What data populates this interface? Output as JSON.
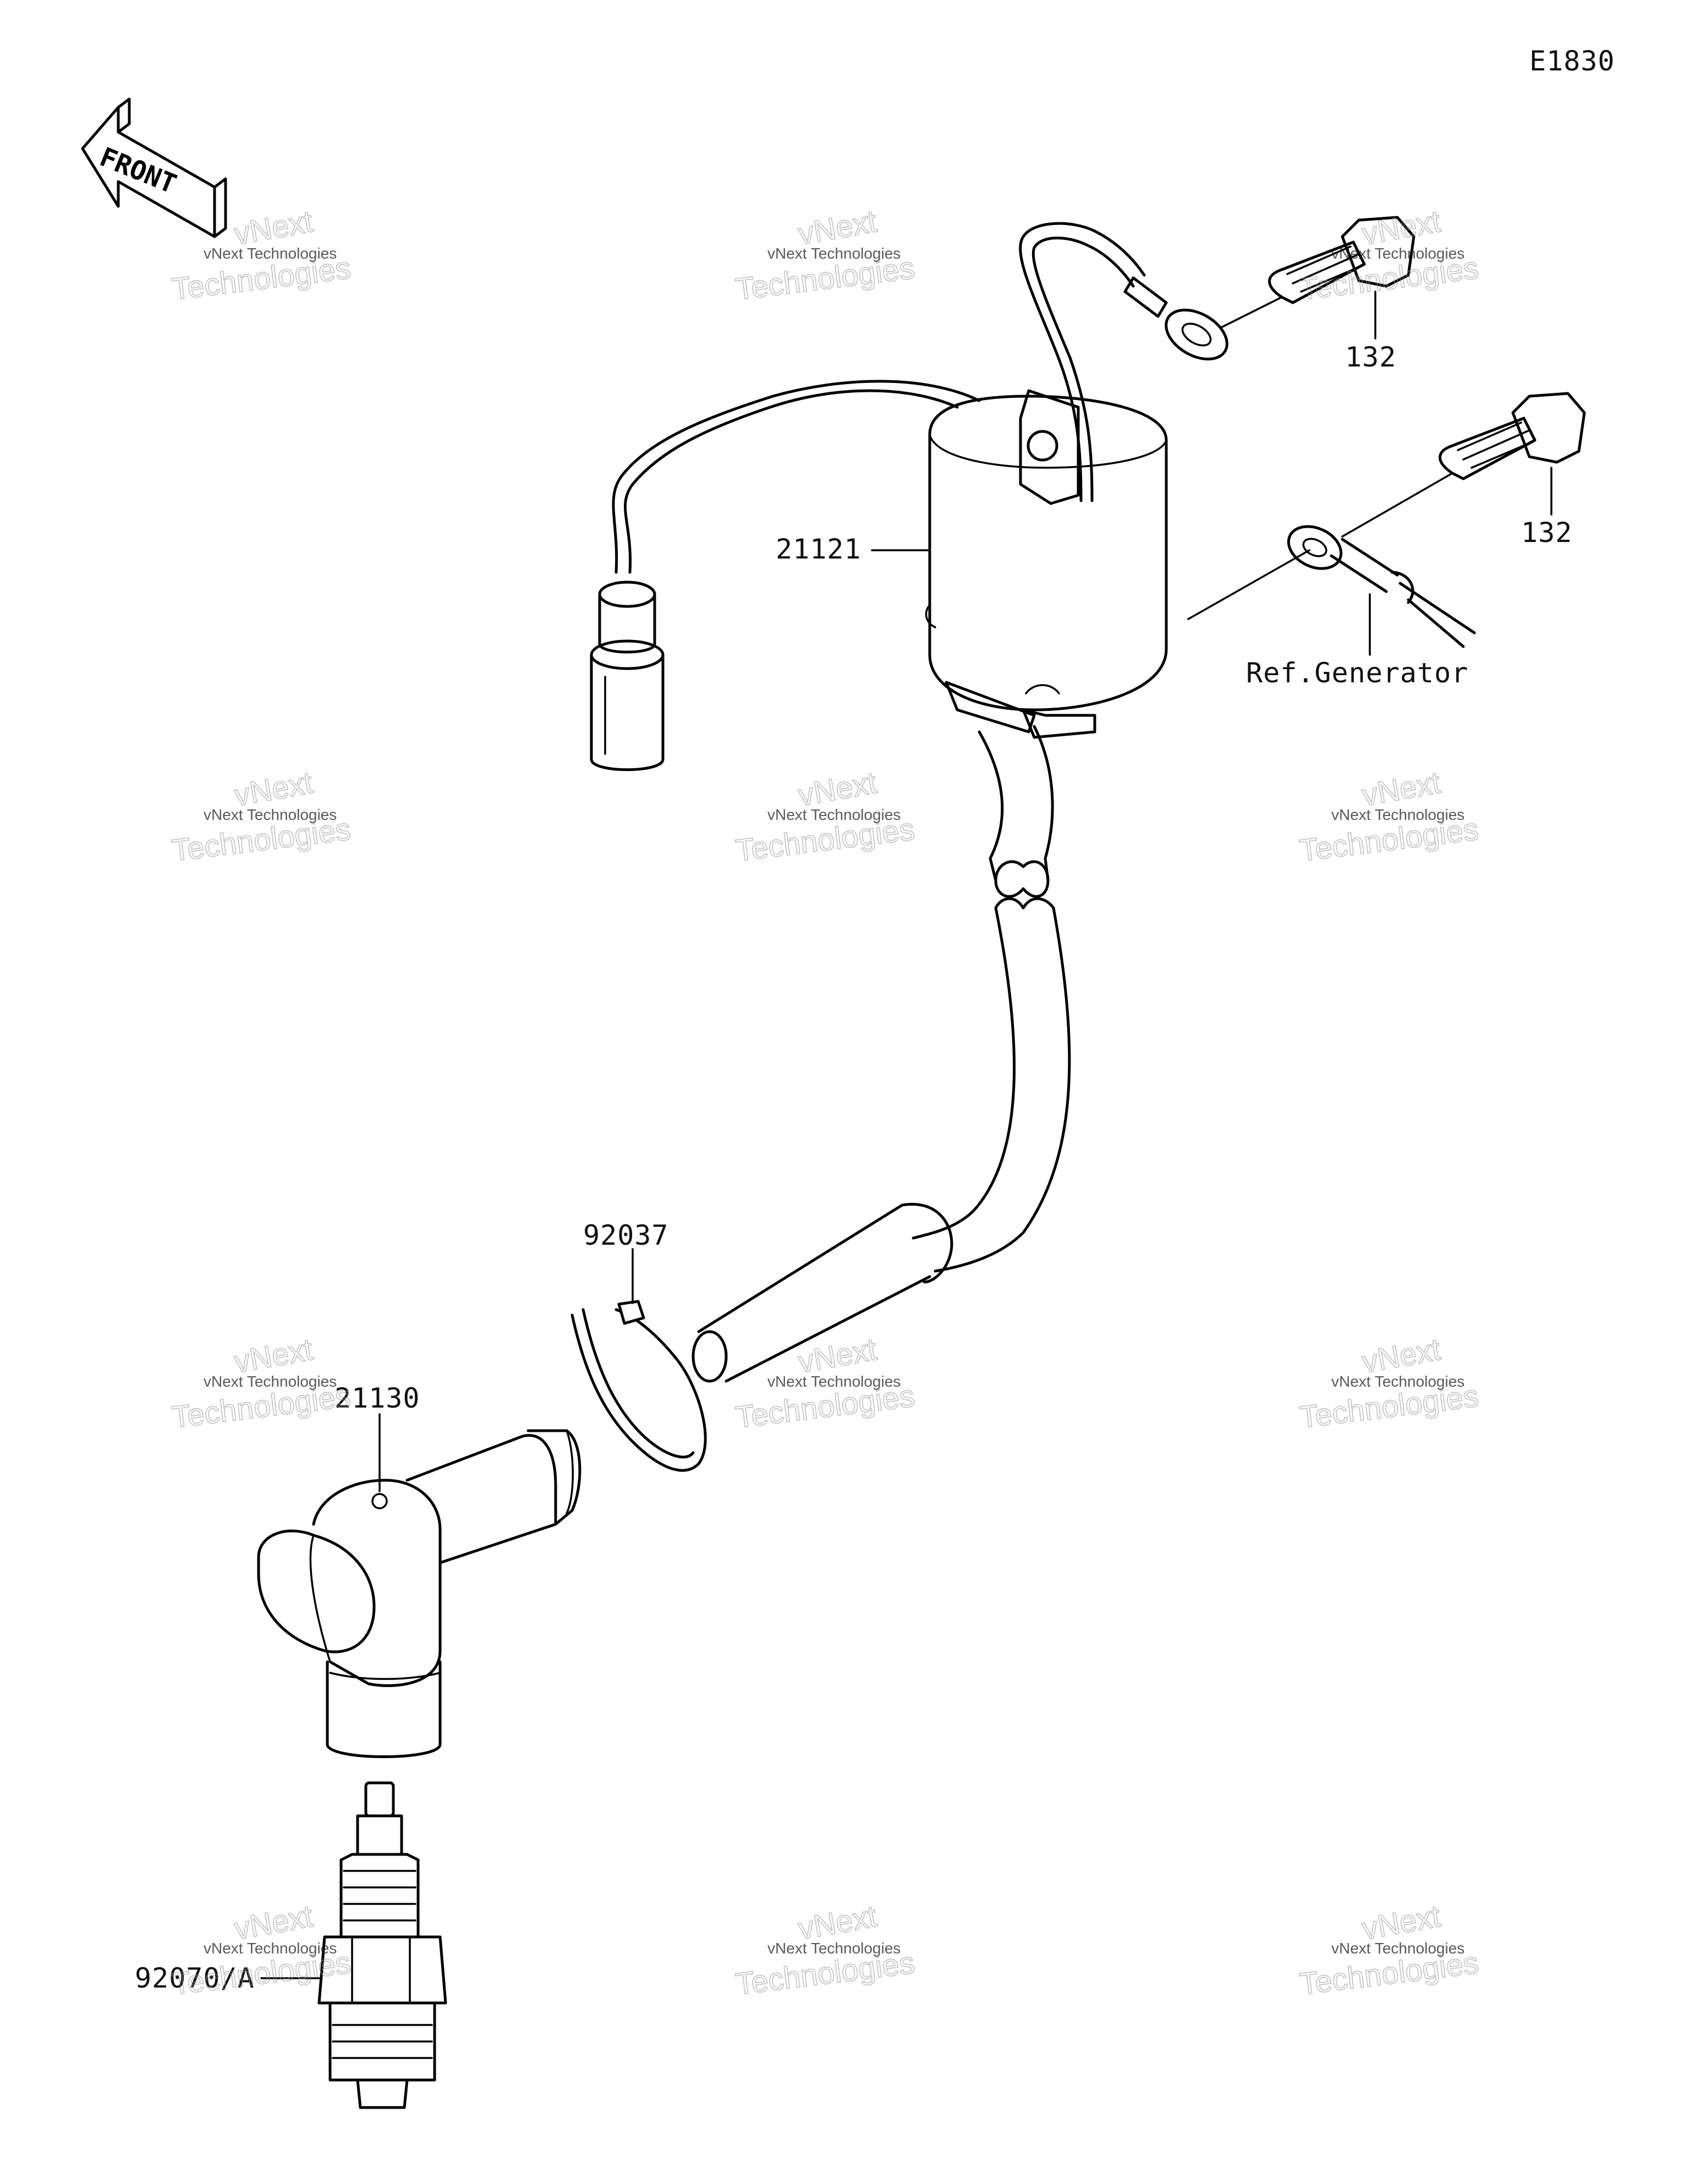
{
  "diagram_code": "E1830",
  "front_label": "FRONT",
  "callouts": {
    "bolt_top": "132",
    "bolt_right": "132",
    "ignition_coil": "21121",
    "ref_generator": "Ref.Generator",
    "clamp": "92037",
    "plug_cap": "21130",
    "spark_plug": "92070/A"
  },
  "watermark": {
    "small": "vNext Technologies",
    "large": "Technologies",
    "mark": "vNext"
  }
}
